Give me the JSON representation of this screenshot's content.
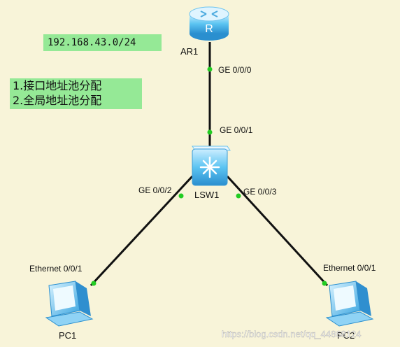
{
  "notes": {
    "subnet": "192.168.43.0/24",
    "task_1": "1.接口地址池分配",
    "task_2": "2.全局地址池分配"
  },
  "devices": {
    "router": {
      "name": "AR1",
      "icon": "router-icon",
      "glyph": "R"
    },
    "switch": {
      "name": "LSW1",
      "icon": "l3-switch-icon"
    },
    "pc1": {
      "name": "PC1",
      "icon": "pc-icon"
    },
    "pc2": {
      "name": "PC2",
      "icon": "pc-icon"
    }
  },
  "ports": {
    "ar1_ge000": "GE 0/0/0",
    "lsw1_ge001": "GE 0/0/1",
    "lsw1_ge002": "GE 0/0/2",
    "lsw1_ge003": "GE 0/0/3",
    "pc1_eth": "Ethernet 0/0/1",
    "pc2_eth": "Ethernet 0/0/1"
  },
  "watermark": "https://blog.csdn.net/qq_44868124",
  "colors": {
    "background": "#f8f4d9",
    "note": "#95e996",
    "link": "#111111",
    "port_dot": "#22cc22",
    "device_blue": "#4ab6ea"
  }
}
